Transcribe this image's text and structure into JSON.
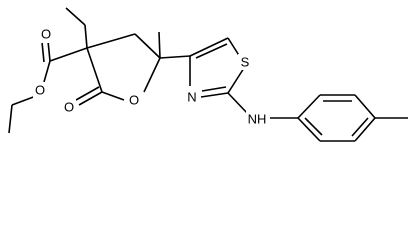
{
  "structure": {
    "bond_color": "#000000",
    "label_color": "#000000",
    "background": "#ffffff"
  },
  "atoms": {
    "o_ester_carbonyl": "O",
    "o_ester_ether": "O",
    "o_ring": "O",
    "o_lactone_carbonyl": "O",
    "s_thiazole": "S",
    "n_thiazole": "N",
    "nh_amine": "NH"
  }
}
